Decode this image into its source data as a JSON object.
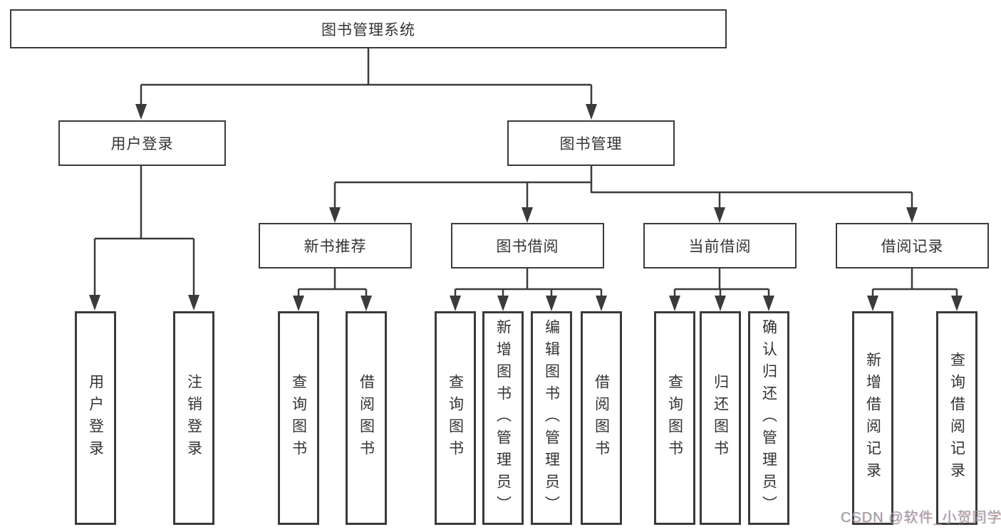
{
  "diagram": {
    "title": "图书管理系统",
    "level2": [
      {
        "label": "用户登录"
      },
      {
        "label": "图书管理"
      }
    ],
    "level3": [
      {
        "label": "新书推荐",
        "parent": "图书管理"
      },
      {
        "label": "图书借阅",
        "parent": "图书管理"
      },
      {
        "label": "当前借阅",
        "parent": "图书管理"
      },
      {
        "label": "借阅记录",
        "parent": "图书管理"
      }
    ],
    "leaves": [
      {
        "label": "用户登录",
        "parent": "用户登录"
      },
      {
        "label": "注销登录",
        "parent": "用户登录"
      },
      {
        "label": "查询图书",
        "parent": "新书推荐"
      },
      {
        "label": "借阅图书",
        "parent": "新书推荐"
      },
      {
        "label": "查询图书",
        "parent": "图书借阅"
      },
      {
        "label": "新增图书（管理员）",
        "parent": "图书借阅"
      },
      {
        "label": "编辑图书（管理员）",
        "parent": "图书借阅"
      },
      {
        "label": "借阅图书",
        "parent": "图书借阅"
      },
      {
        "label": "查询图书",
        "parent": "当前借阅"
      },
      {
        "label": "归还图书",
        "parent": "当前借阅"
      },
      {
        "label": "确认归还（管理员）",
        "parent": "当前借阅"
      },
      {
        "label": "新增借阅记录",
        "parent": "借阅记录"
      },
      {
        "label": "查询借阅记录",
        "parent": "借阅记录"
      }
    ],
    "watermark": "CSDN @软件_小贺同学",
    "colors": {
      "line": "#3b3b3b",
      "text": "#333333",
      "watermark": "#989898",
      "background": "#ffffff"
    }
  }
}
